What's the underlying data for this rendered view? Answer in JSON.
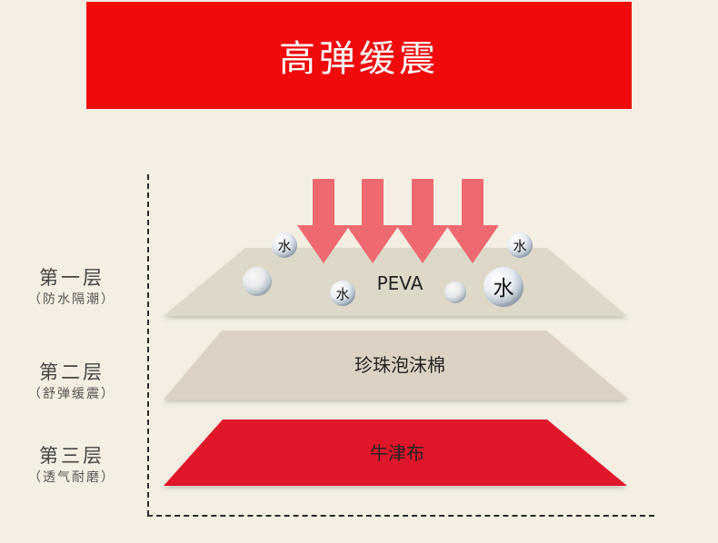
{
  "header": {
    "title": "高弹缓震"
  },
  "layers": [
    {
      "name": "第一层",
      "desc": "（防水隔潮）",
      "material": "PEVA",
      "color": "#ddd8c8"
    },
    {
      "name": "第二层",
      "desc": "（舒弹缓震）",
      "material": "珍珠泡沫棉",
      "color": "#dcd2c4"
    },
    {
      "name": "第三层",
      "desc": "（透气耐磨）",
      "material": "牛津布",
      "color": "#e0172c"
    }
  ],
  "water_drop_char": "水",
  "colors": {
    "banner": "#f00a0a",
    "background": "#f5efe3",
    "arrow": "#ef6a70"
  }
}
